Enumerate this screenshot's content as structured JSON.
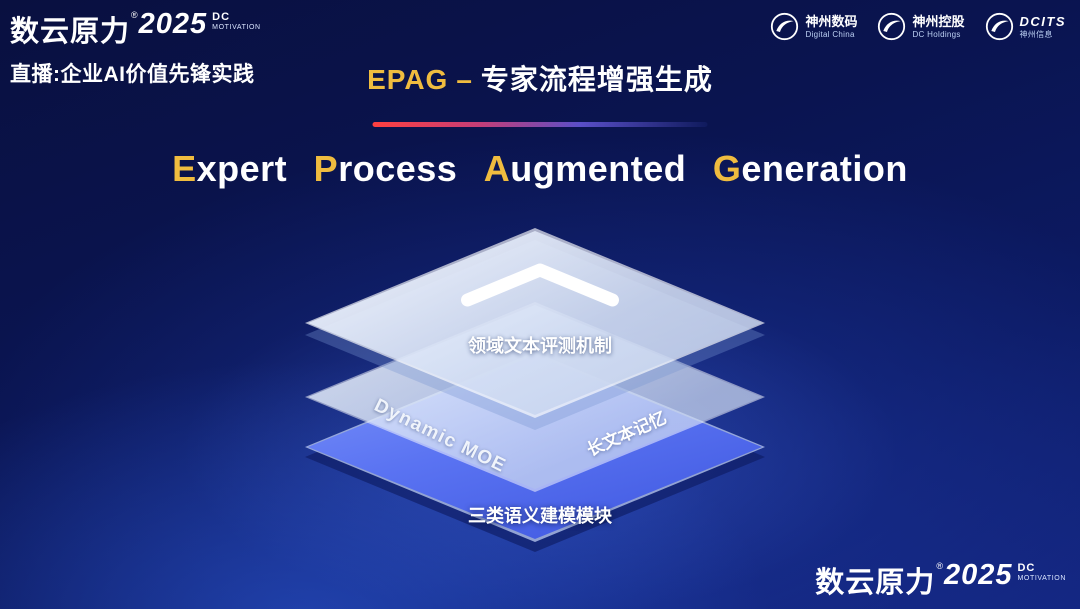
{
  "brand": {
    "name": "数云原力",
    "reg": "®",
    "year": "2025",
    "dc": "DC",
    "motivation": "MOTIVATION"
  },
  "header": {
    "live_label": "直播:企业AI价值先锋实践",
    "title": {
      "abbr": "EPAG",
      "dash": "–",
      "zh": "专家流程增强生成"
    },
    "partners": [
      {
        "name": "神州数码",
        "sub": "Digital China"
      },
      {
        "name": "神州控股",
        "sub": "DC Holdings"
      },
      {
        "name": "DCITS",
        "sub": "神州信息"
      }
    ]
  },
  "main_title": {
    "words": [
      {
        "initial": "E",
        "rest": "xpert"
      },
      {
        "initial": "P",
        "rest": "rocess"
      },
      {
        "initial": "A",
        "rest": "ugmented"
      },
      {
        "initial": "G",
        "rest": "eneration"
      }
    ]
  },
  "diagram": {
    "layers": [
      {
        "position": "top",
        "label": "领域文本评测机制",
        "icon": "chevron-up-icon"
      },
      {
        "position": "middle",
        "label_left": "Dynamic MOE",
        "label_right": "长文本记忆"
      },
      {
        "position": "bottom",
        "label": "三类语义建模模块"
      }
    ]
  },
  "colors": {
    "accent_gold": "#f0bc3f",
    "divider_red": "#ff4040",
    "glass_white": "#e8f0fc",
    "layer_blue": "#5a73f2",
    "background_navy": "#0a1450"
  }
}
